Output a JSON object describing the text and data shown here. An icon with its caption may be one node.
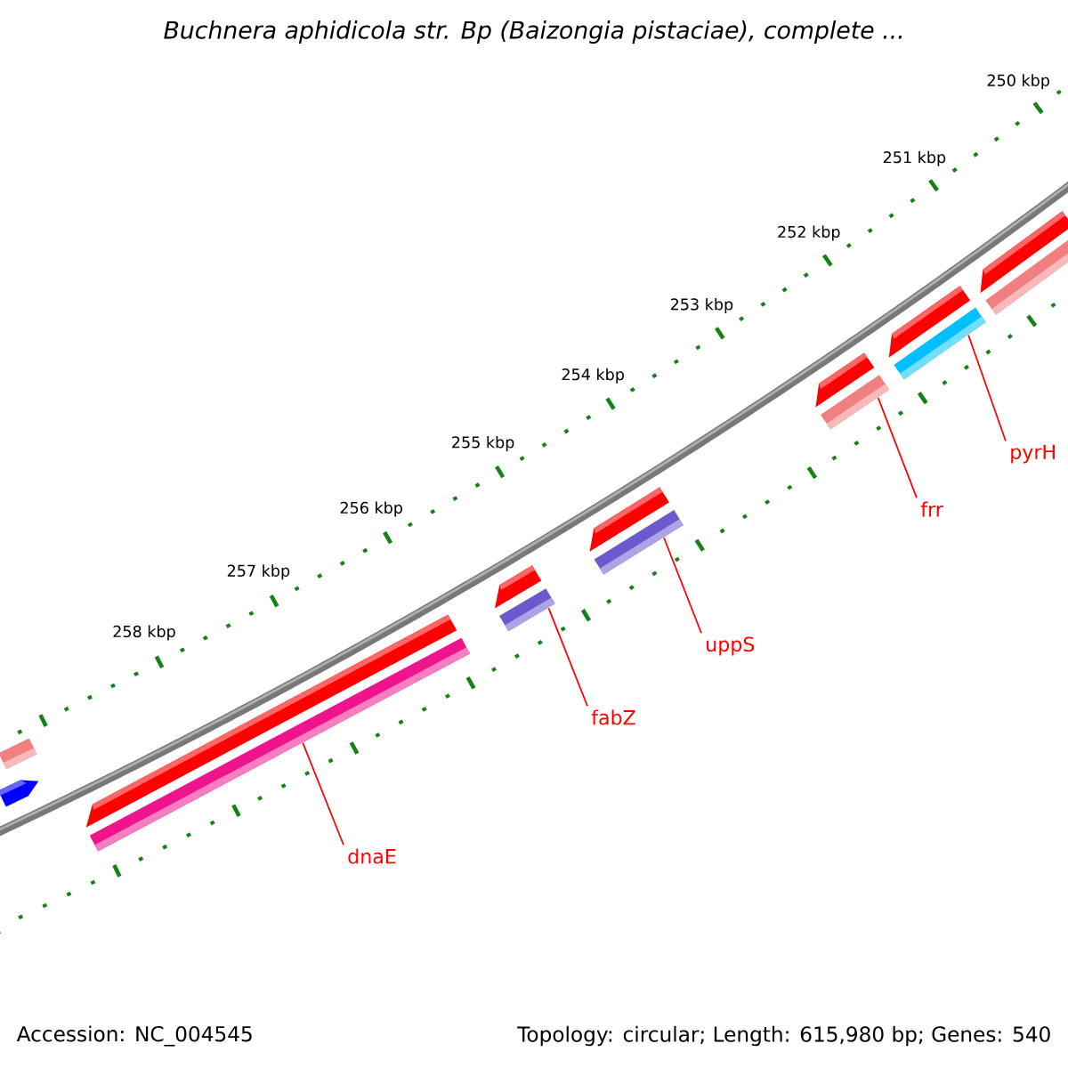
{
  "diagram": {
    "title": "Buchnera aphidicola str. Bp (Baizongia pistaciae), complete ...",
    "nodes": [
      {
        "text": [
          "dnaE"
        ]
      },
      {
        "text": [],
        "shape": "bar"
      },
      {
        "text": [
          "fabZ"
        ]
      },
      {
        "text": [],
        "shape": "bar"
      },
      {
        "text": [
          "uppS"
        ]
      },
      {
        "text": [],
        "shape": "bar"
      },
      {
        "text": [
          "frr"
        ]
      },
      {
        "text": [],
        "shape": "bar"
      },
      {
        "text": [
          "pyrH"
        ]
      },
      {
        "text": [],
        "shape": "bar"
      },
      {
        "text": [],
        "shape": "bar"
      },
      {
        "text": [],
        "shape": "pentagon"
      },
      {
        "text": [],
        "shape": "pentagon"
      },
      {
        "text": [],
        "shape": "pentagon"
      },
      {
        "text": [],
        "shape": "pentagon"
      },
      {
        "text": [],
        "shape": "pentagon"
      },
      {
        "text": [],
        "shape": "pentagon"
      },
      {
        "text": [],
        "shape": "pentagon"
      },
      {
        "text": [],
        "shape": "bar"
      }
    ],
    "edges": [
      {
        "from": 0,
        "to": 1,
        "arrow": "none"
      },
      {
        "from": 2,
        "to": 3,
        "arrow": "none"
      },
      {
        "from": 4,
        "to": 5,
        "arrow": "none"
      },
      {
        "from": 6,
        "to": 7,
        "arrow": "none"
      },
      {
        "from": 8,
        "to": 9,
        "arrow": "none"
      }
    ],
    "labels": [
      "250 kbp",
      "251 kbp",
      "252 kbp",
      "253 kbp",
      "254 kbp",
      "255 kbp",
      "256 kbp",
      "257 kbp",
      "258 kbp",
      "Accession: NC_004545",
      "Topology: circular; Length: 615,980 bp; Genes: 540"
    ]
  }
}
